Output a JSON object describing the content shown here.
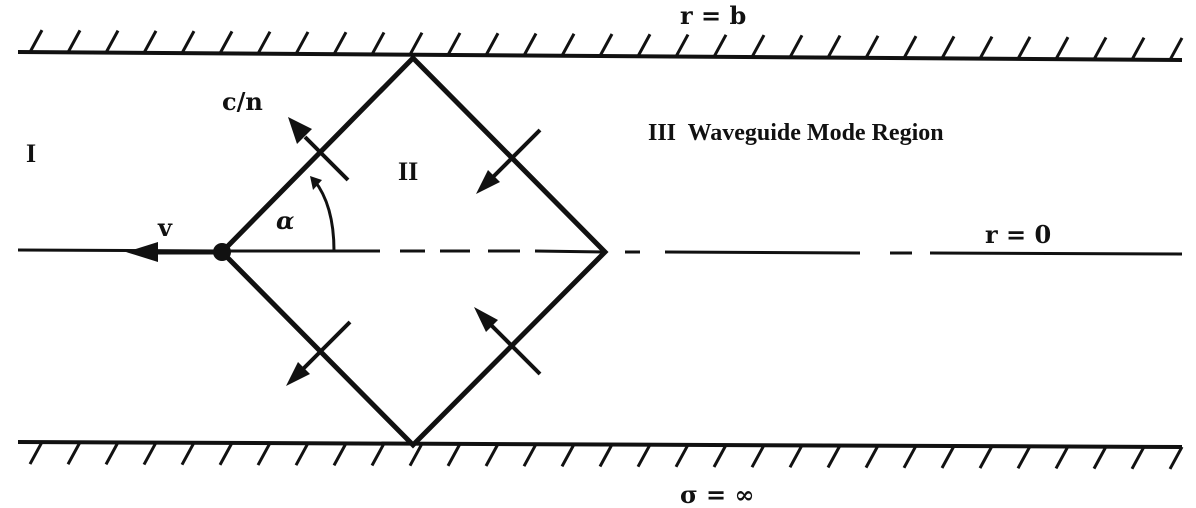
{
  "labels": {
    "top_wall": "r = b",
    "bottom_wall": "σ = ∞",
    "axis": "r = 0",
    "speed_light": "c/n",
    "velocity": "v",
    "angle": "α",
    "region_1": "I",
    "region_2": "II",
    "region_3": "III  Waveguide Mode Region"
  }
}
